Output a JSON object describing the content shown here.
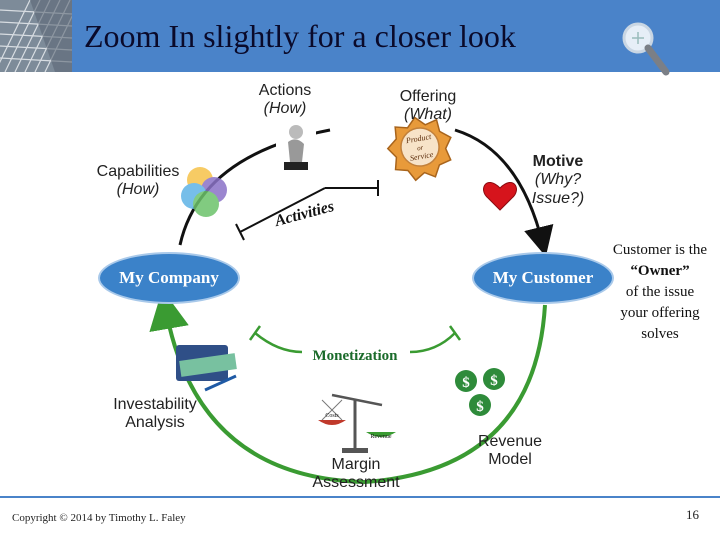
{
  "slide": {
    "title": "Zoom In slightly for a closer look",
    "copyright": "Copyright © 2014 by Timothy L. Faley",
    "page_number": "16",
    "colors": {
      "header": "#4a83c9",
      "oval": "#3b82c9",
      "cycle_arrow": "#3a9b32",
      "dark_arrow": "#111111"
    }
  },
  "diagram": {
    "nodes": {
      "my_company": "My Company",
      "my_customer": "My Customer"
    },
    "labels": {
      "actions": "Actions",
      "actions_sub": "(How)",
      "offering": "Offering",
      "offering_sub": "(What)",
      "capabilities": "Capabilities",
      "capabilities_sub": "(How)",
      "motive": "Motive",
      "motive_sub1": "(Why?",
      "motive_sub2": "Issue?)",
      "activities": "Activities",
      "monetization": "Monetization",
      "investability_1": "Investability",
      "investability_2": "Analysis",
      "margin_1": "Margin",
      "margin_2": "Assessment",
      "revenue_1": "Revenue",
      "revenue_2": "Model",
      "badge_1": "Product",
      "badge_2": "or",
      "badge_3": "Service",
      "scale_left": "Costs",
      "scale_right": "Revenue"
    },
    "note": {
      "line1": "Customer is the",
      "line2": "“Owner”",
      "line3": "of the issue",
      "line4": "your offering",
      "line5": "solves"
    },
    "icons": [
      "building-photo",
      "magnifier-icon",
      "thinker-icon",
      "product-badge-icon",
      "venn-icon",
      "heart-icon",
      "checkbook-icon",
      "scale-icon",
      "dollar-bags-icon"
    ]
  }
}
